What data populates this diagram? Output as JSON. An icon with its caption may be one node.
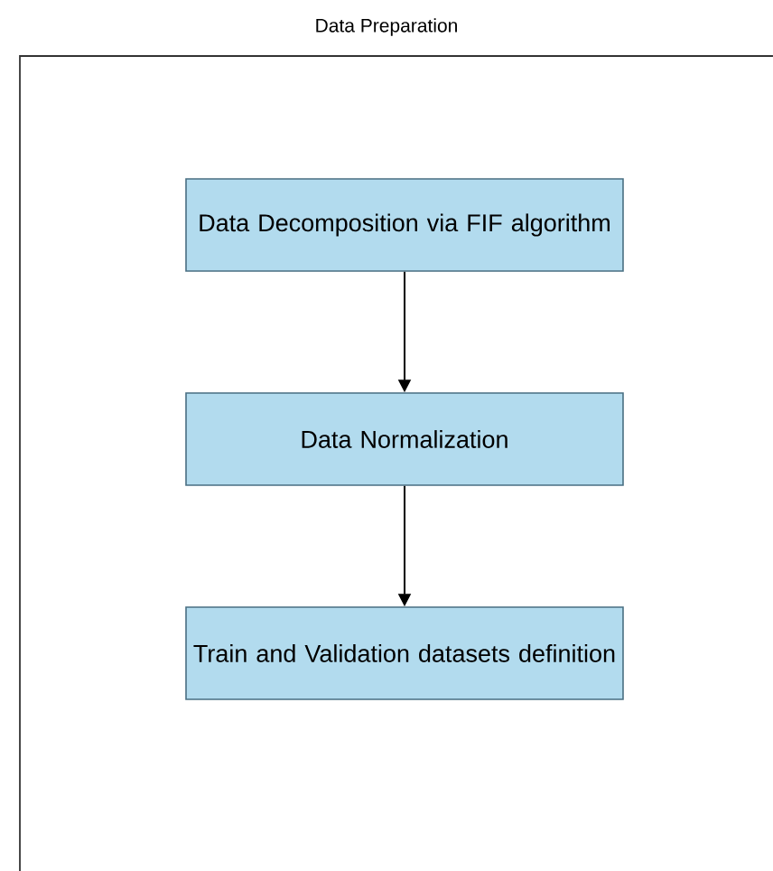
{
  "diagram": {
    "nodes": [
      {
        "text": [
          "Data Preparation"
        ]
      },
      {
        "text": [
          "Data Decomposition via FIF algorithm"
        ],
        "in": 0
      },
      {
        "text": [
          "Data Normalization"
        ],
        "in": 0
      },
      {
        "text": [
          "Train and Validation datasets definition"
        ],
        "in": 0
      }
    ],
    "edges": [
      {
        "from": 1,
        "to": 2,
        "arrow": "to"
      },
      {
        "from": 2,
        "to": 3,
        "arrow": "to"
      }
    ]
  }
}
